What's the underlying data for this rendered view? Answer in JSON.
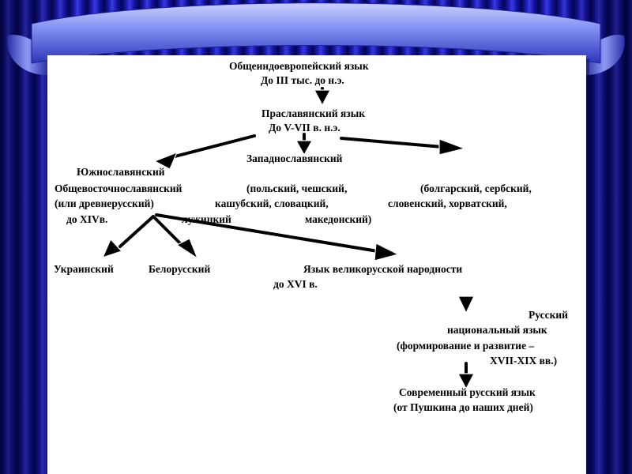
{
  "diagram": {
    "nodes": {
      "pie": {
        "name": "Общеиндоевропейский язык",
        "period": "До III тыс. до н.э."
      },
      "protoslavic": {
        "name": "Праславянский язык",
        "period": "До V-VII в. н.э."
      },
      "west": {
        "name": "Западнославянский",
        "examples_1": "(польский, чешский,",
        "examples_2": "кашубский, словацкий,",
        "examples_3": "лужицкий"
      },
      "south": {
        "name": "Южнославянский",
        "examples_1": "(болгарский, сербский,",
        "examples_2": "словенский, хорватский,",
        "examples_3": "македонский)"
      },
      "east": {
        "name": "Общевосточнославянский",
        "alt": "(или древнерусский)",
        "period": "до XIVв."
      },
      "ukrainian": {
        "name": "Украинский"
      },
      "belarusian": {
        "name": "Белорусский"
      },
      "great_russian": {
        "name": "Язык великорусской народности",
        "period": "до XVI в."
      },
      "russian_national": {
        "line_1": "Русский",
        "line_2": "национальный язык",
        "line_3": "(формирование и развитие –",
        "line_4": "XVII-XIX вв.)"
      },
      "modern": {
        "line_1": "Современный русский язык",
        "line_2": "(от Пушкина до наших дней)"
      }
    },
    "colors": {
      "background": "#0a0a6e",
      "curtain": "#1a1ab4",
      "ribbon": "#6d7fe8",
      "panel": "#ffffff",
      "text": "#000000",
      "arrow": "#000000"
    }
  }
}
